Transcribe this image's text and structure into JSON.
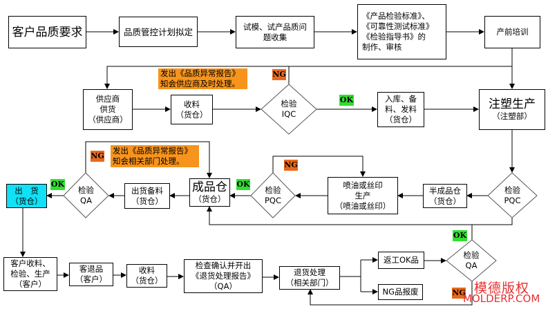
{
  "nodes": {
    "customer_req": "客户品质要求",
    "qc_plan": "品质管控计划拟定",
    "trial_issues": "试模、试产品质问\n题收集",
    "standards": "《产品检验标准》、\n《可靠性测试标准》\n《检验指导书》的\n  制作、审核",
    "training": "产前培训",
    "supplier": "供应商\n供货\n（供应商）",
    "receive": "收料\n（货仓）",
    "iqc": "检验\nIQC",
    "stock_in": "入库、备\n料、发料\n（货仓）",
    "molding": "注塑生产",
    "molding_dept": "（注塑部）",
    "pqc1": "检验\nPQC",
    "semi_wh": "半成品仓\n（货仓）",
    "spray": "喷油或丝印\n生产\n（喷油或丝印）",
    "pqc2": "检验\nPQC",
    "finished_wh": "成品仓",
    "finished_wh_sub": "（货仓）",
    "ship_prep": "出货备料\n（货仓）",
    "qa1": "检验\nQA",
    "ship": "出　货\n（货仓）",
    "customer_recv": "客户收料、\n检验、生产\n（客户）",
    "return": "客退品\n（客户）",
    "receive2": "收料\n（货仓）",
    "check_report": "检查确认并开出\n《退货处理报告》\n（QA）",
    "return_handle": "退货处理\n（相关部门）",
    "rework_ok": "返工OK品",
    "ng_scrap": "NG品报废",
    "qa2": "检验\nQA"
  },
  "notes": {
    "note_iqc": "发出《品质异常报告》\n知会供应商及时处理。",
    "note_qa": "发出《品质异常报告》\n  知会相关部门处理。"
  },
  "tags": {
    "ok": "OK",
    "ng": "NG"
  },
  "watermark": {
    "cn": "模德版权",
    "en": "MOLDERP.COM"
  },
  "colors": {
    "ok": "#33dd33",
    "ng": "#e8681c",
    "note": "#f7941d",
    "ship_fill": "#11e0f5",
    "watermark": "#e83030"
  }
}
